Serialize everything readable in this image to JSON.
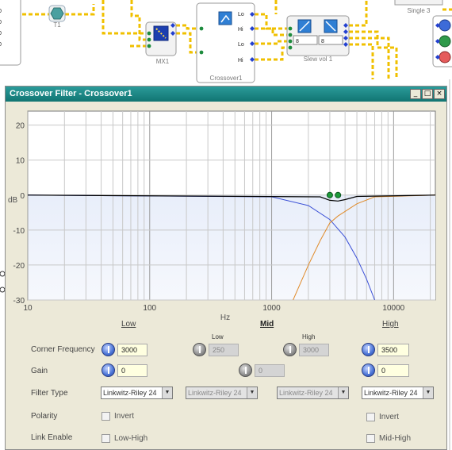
{
  "workspace": {
    "block_t1_label": "T1",
    "block_mx1_label": "MX1",
    "block_crossover_label": "Crossover1",
    "crossover_ports": [
      "Lo",
      "Hi",
      "Lo",
      "Hi"
    ],
    "block_slew_label": "Slew vol 1",
    "slew_values": [
      "8",
      "8"
    ],
    "block_single_label": "Single 3",
    "left_numbers": [
      "0",
      "0",
      "0",
      "0"
    ]
  },
  "dialog": {
    "title": "Crossover Filter - Crossover1",
    "window_buttons": [
      "_",
      "□",
      "×"
    ]
  },
  "chart_data": {
    "type": "line",
    "xlabel": "Hz",
    "ylabel": "dB",
    "x_scale": "log",
    "xlim": [
      10,
      22000
    ],
    "ylim": [
      -30,
      24
    ],
    "x_ticks": [
      "10",
      "100",
      "1000",
      "10000"
    ],
    "y_ticks": [
      "20",
      "10",
      "0",
      "-10",
      "-20",
      "-30"
    ],
    "grid": true,
    "series": [
      {
        "color": "#3a4fd6",
        "x": [
          10,
          1000,
          2000,
          3000,
          4000,
          5000,
          6000,
          7000
        ],
        "y": [
          0,
          -0.5,
          -3,
          -7,
          -12,
          -18,
          -24,
          -30
        ]
      },
      {
        "color": "#e08b2a",
        "x": [
          1500,
          2000,
          2500,
          3000,
          3500,
          5000,
          7000,
          22000
        ],
        "y": [
          -30,
          -20,
          -13,
          -8,
          -6,
          -2.5,
          -0.5,
          0
        ]
      },
      {
        "color": "#000000",
        "x": [
          10,
          2500,
          3000,
          3500,
          4000,
          5000,
          22000
        ],
        "y": [
          0,
          -0.5,
          -1.5,
          -1.7,
          -1.3,
          -0.4,
          0
        ]
      }
    ],
    "markers": [
      {
        "x": 3000,
        "y": 0
      },
      {
        "x": 3500,
        "y": 0
      }
    ]
  },
  "controls": {
    "bands": {
      "low": "Low",
      "mid": "Mid",
      "high": "High"
    },
    "mid_sub": {
      "low": "Low",
      "high": "High"
    },
    "labels": {
      "corner_frequency": "Corner Frequency",
      "gain": "Gain",
      "filter_type": "Filter Type",
      "polarity": "Polarity",
      "link_enable": "Link Enable"
    },
    "values": {
      "low_corner": "3000",
      "mid_low_corner": "250",
      "mid_high_corner": "3000",
      "high_corner": "3500",
      "low_gain": "0",
      "mid_gain": "0",
      "high_gain": "0"
    },
    "filter_types": {
      "low": "Linkwitz-Riley 24",
      "mid_low": "Linkwitz-Riley 24",
      "mid_high": "Linkwitz-Riley 24",
      "high": "Linkwitz-Riley 24"
    },
    "invert_label": "Invert",
    "link_low_high": "Low-High",
    "link_mid_high": "Mid-High"
  }
}
